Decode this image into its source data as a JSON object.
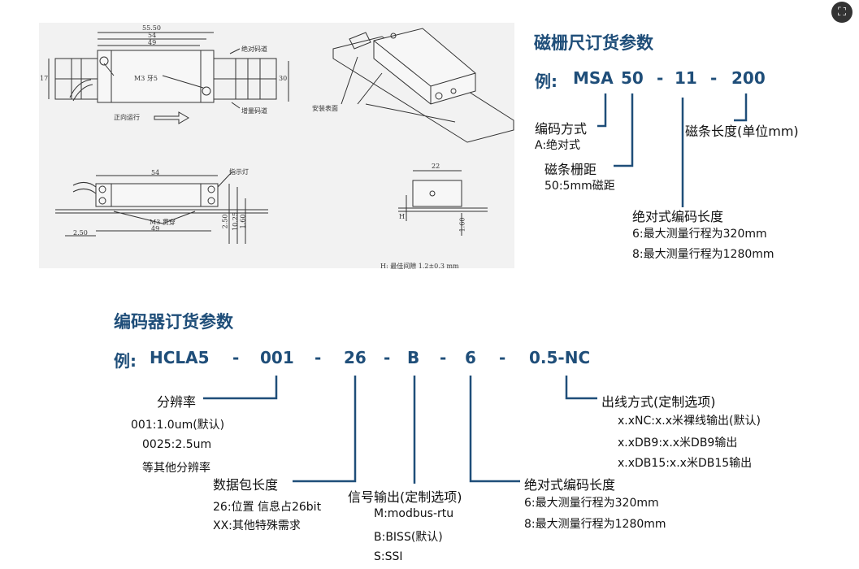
{
  "corner_icon": "expand-icon",
  "drawing": {
    "dim_55": "55.50",
    "dim_54": "54",
    "dim_49": "49",
    "dim_17": "17",
    "dim_30": "30",
    "m3": "M3 牙5",
    "abs_track": "绝对码道",
    "inc_track": "增量码道",
    "forward": "正向运行",
    "install_surface": "安装表面",
    "indicator": "指示灯",
    "m3_through": "M3 贯穿",
    "dim_54b": "54",
    "dim_49b": "49",
    "dim_250": "2.50",
    "dim_250v": "2.50",
    "dim_1025": "10.25",
    "dim_1060": "1.60",
    "dim_22": "22",
    "dim_h": "H",
    "dim_160": "1.60",
    "gap_note": "H: 最佳间隙 1.2±0.3 mm"
  },
  "scale": {
    "title": "磁栅尺订货参数",
    "example_prefix": "例:",
    "c1": "MSA",
    "c2": "50",
    "dash1": "-",
    "c3": "11",
    "dash2": "-",
    "c4": "200",
    "enc_method": "编码方式",
    "enc_a": "A:绝对式",
    "pitch": "磁条栅距",
    "pitch_50": "50:5mm磁距",
    "length": "磁条长度(单位mm)",
    "abs_len": "绝对式编码长度",
    "abs_6": "6:最大测量行程为320mm",
    "abs_8": "8:最大测量行程为1280mm"
  },
  "encoder": {
    "title": "编码器订货参数",
    "example_prefix": "例:",
    "c1": "HCLA5",
    "d1": "-",
    "c2": "001",
    "d2": "-",
    "c3": "26",
    "d3": "-",
    "c4": "B",
    "d4": "-",
    "c5": "6",
    "d5": "-",
    "c6": "0.5-NC",
    "res": "分辨率",
    "res_001": "001:1.0um(默认)",
    "res_0025": "0025:2.5um",
    "res_other": "等其他分辨率",
    "packet": "数据包长度",
    "packet_26": "26:位置 信息占26bit",
    "packet_xx": "XX:其他特殊需求",
    "signal": "信号输出(定制选项)",
    "sig_m": "M:modbus-rtu",
    "sig_b": "B:BISS(默认)",
    "sig_s": "S:SSI",
    "abs_len": "绝对式编码长度",
    "abs_6": "6:最大测量行程为320mm",
    "abs_8": "8:最大测量行程为1280mm",
    "cable": "出线方式(定制选项)",
    "cable_nc": "x.xNC:x.x米裸线输出(默认)",
    "cable_db9": "x.xDB9:x.x米DB9输出",
    "cable_db15": "x.xDB15:x.x米DB15输出"
  },
  "colors": {
    "accent": "#1f4e79",
    "drawing_bg": "#f2f2f2"
  }
}
